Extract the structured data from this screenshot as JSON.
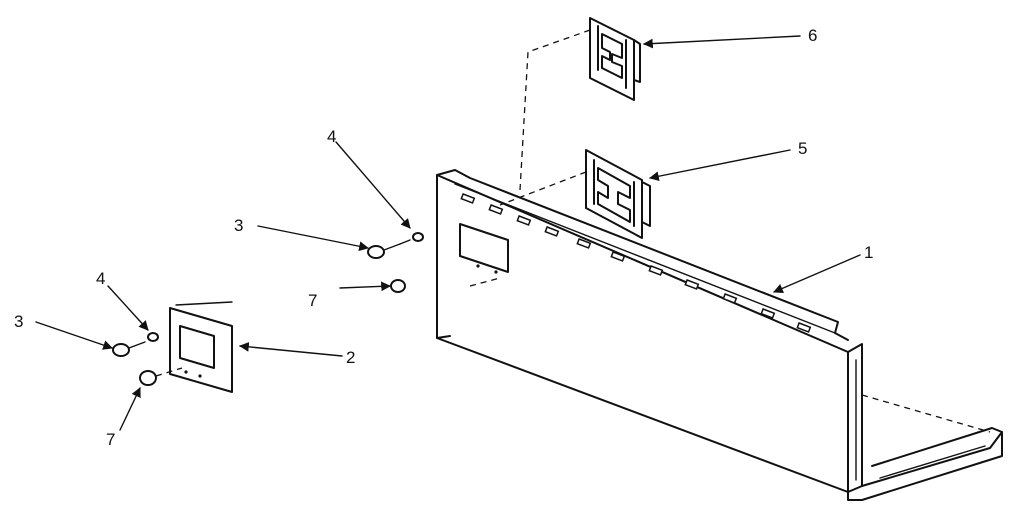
{
  "callouts": {
    "c1": "1",
    "c2": "2",
    "c3a": "3",
    "c3b": "3",
    "c4a": "4",
    "c4b": "4",
    "c5": "5",
    "c6": "6",
    "c7a": "7",
    "c7b": "7"
  },
  "colors": {
    "ink": "#111111",
    "paper": "#ffffff"
  }
}
